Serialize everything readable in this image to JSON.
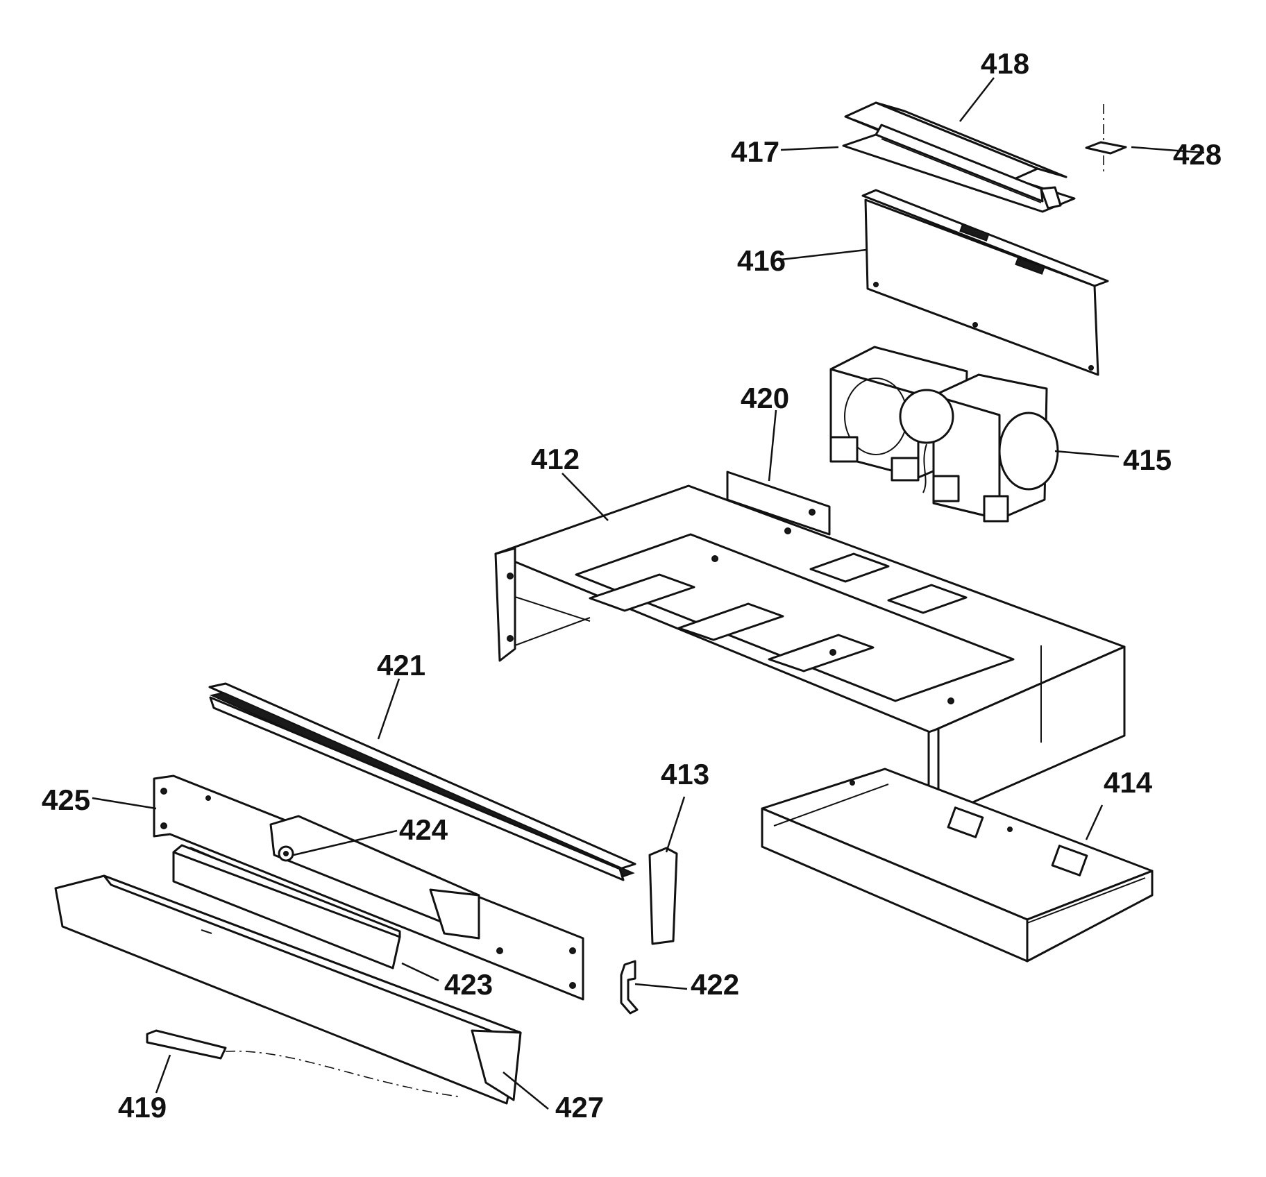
{
  "callouts": {
    "p412": "412",
    "p413": "413",
    "p414": "414",
    "p415": "415",
    "p416": "416",
    "p417": "417",
    "p418": "418",
    "p419": "419",
    "p420": "420",
    "p421": "421",
    "p422": "422",
    "p423": "423",
    "p424": "424",
    "p425": "425",
    "p427": "427",
    "p428": "428"
  }
}
